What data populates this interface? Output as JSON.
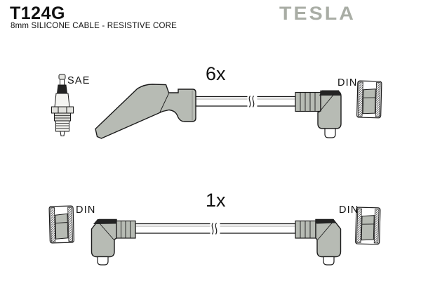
{
  "header": {
    "part_number": "T124G",
    "subtitle": "8mm SILICONE CABLE - RESISTIVE CORE",
    "brand": "TESLA"
  },
  "assemblies": [
    {
      "quantity_label": "6x",
      "left_connector": "SAE",
      "right_connector": "DIN"
    },
    {
      "quantity_label": "1x",
      "left_connector": "DIN",
      "right_connector": "DIN"
    }
  ],
  "colors": {
    "boot_gray": "#b7bbb4",
    "brand_gray": "#a9ada5",
    "outline": "#1b1b1b"
  }
}
